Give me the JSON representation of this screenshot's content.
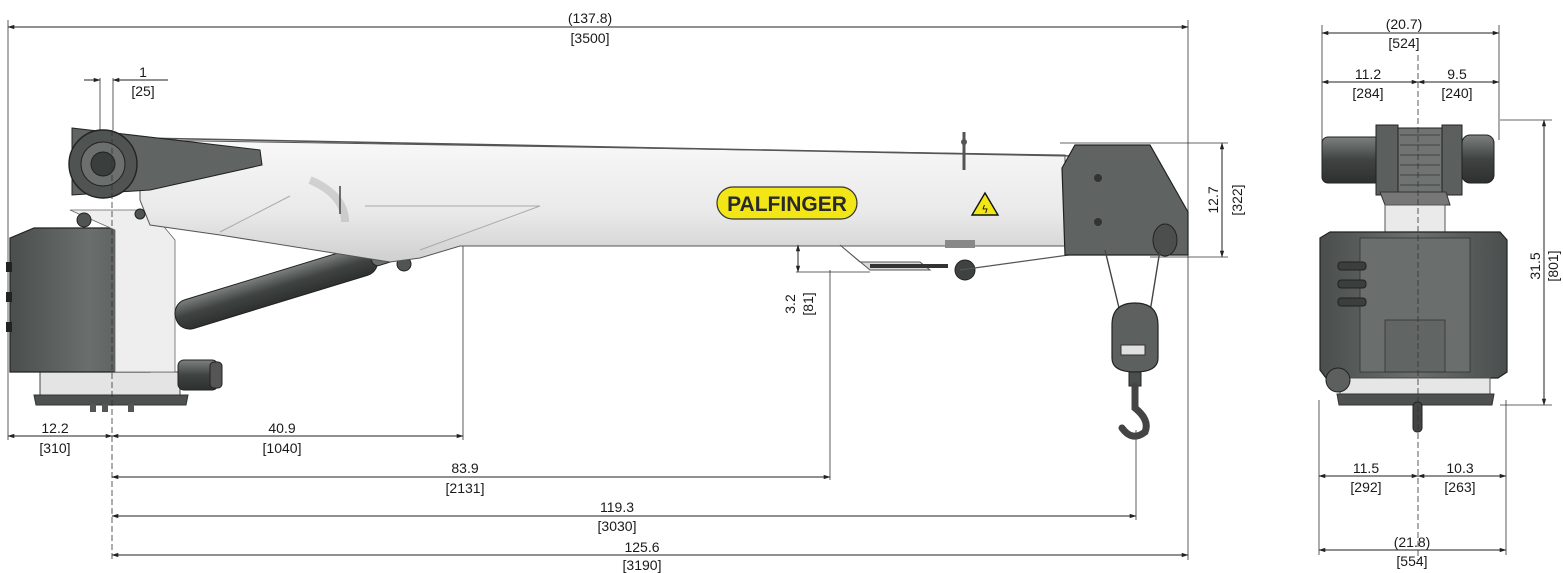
{
  "brand": {
    "logo_text": "PALFINGER",
    "logo_color": "#f2e617"
  },
  "colors": {
    "boom": "#ececec",
    "body": "#5b605f",
    "dark": "#3d4140",
    "line": "#222222"
  },
  "side_view": {
    "overall_length": {
      "in": "(137.8)",
      "mm": "[3500]"
    },
    "pivot_offset": {
      "in": "1",
      "mm": "[25]"
    },
    "boom_height": {
      "in": "12.7",
      "mm": "[322]"
    },
    "hook_clearance": {
      "in": "3.2",
      "mm": "[81]"
    },
    "rear_overhang": {
      "in": "12.2",
      "mm": "[310]"
    },
    "cylinder_reach": {
      "in": "40.9",
      "mm": "[1040]"
    },
    "reach_1": {
      "in": "83.9",
      "mm": "[2131]"
    },
    "reach_2": {
      "in": "119.3",
      "mm": "[3030]"
    },
    "reach_3": {
      "in": "125.6",
      "mm": "[3190]"
    }
  },
  "end_view": {
    "winch_width": {
      "in": "(20.7)",
      "mm": "[524]"
    },
    "winch_left": {
      "in": "11.2",
      "mm": "[284]"
    },
    "winch_right": {
      "in": "9.5",
      "mm": "[240]"
    },
    "height": {
      "in": "31.5",
      "mm": "[801]"
    },
    "base_left": {
      "in": "11.5",
      "mm": "[292]"
    },
    "base_right": {
      "in": "10.3",
      "mm": "[263]"
    },
    "base_width": {
      "in": "(21.8)",
      "mm": "[554]"
    }
  }
}
